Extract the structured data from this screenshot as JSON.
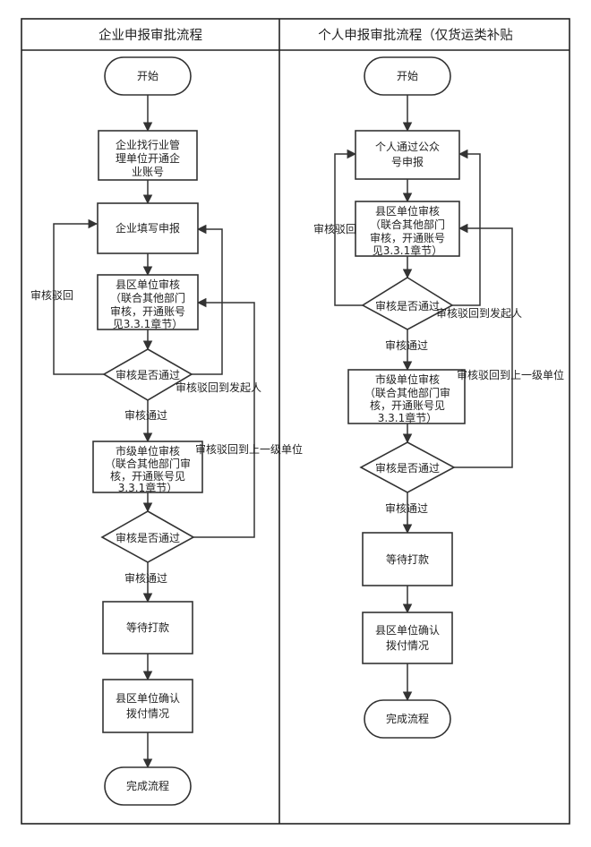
{
  "lanes": [
    {
      "title": "企业申报审批流程"
    },
    {
      "title": "个人申报审批流程（仅货运类补贴"
    }
  ],
  "left": {
    "start": "开始",
    "step1": [
      "企业找行业管",
      "理单位开通企",
      "业账号"
    ],
    "step2": "企业填写申报",
    "step3": [
      "县区单位审核",
      "（联合其他部门",
      "审核，开通账号",
      "见3.3.1章节）"
    ],
    "decision1": "审核是否通过",
    "step4": [
      "市级单位审核",
      "（联合其他部门审",
      "核，开通账号见",
      "3.3.1章节）"
    ],
    "decision2": "审核是否通过",
    "step5": "等待打款",
    "step6": [
      "县区单位确认",
      "拨付情况"
    ],
    "end": "完成流程",
    "reject1": "审核驳回",
    "pass1": "审核通过",
    "reject_initiator": "审核驳回到发起人",
    "reject_upper": "审核驳回到上一级单位",
    "pass2": "审核通过"
  },
  "right": {
    "start": "开始",
    "step1": [
      "个人通过公众",
      "号申报"
    ],
    "step2": [
      "县区单位审核",
      "（联合其他部门",
      "审核，开通账号",
      "见3.3.1章节）"
    ],
    "decision1": "审核是否通过",
    "step3": [
      "市级单位审核",
      "（联合其他部门审",
      "核，开通账号见",
      "3.3.1章节）"
    ],
    "decision2": "审核是否通过",
    "step4": "等待打款",
    "step5": [
      "县区单位确认",
      "拨付情况"
    ],
    "end": "完成流程",
    "reject1": "审核驳回",
    "pass1": "审核通过",
    "reject_initiator": "审核驳回到发起人",
    "reject_upper": "审核驳回到上一级单位",
    "pass2": "审核通过"
  }
}
